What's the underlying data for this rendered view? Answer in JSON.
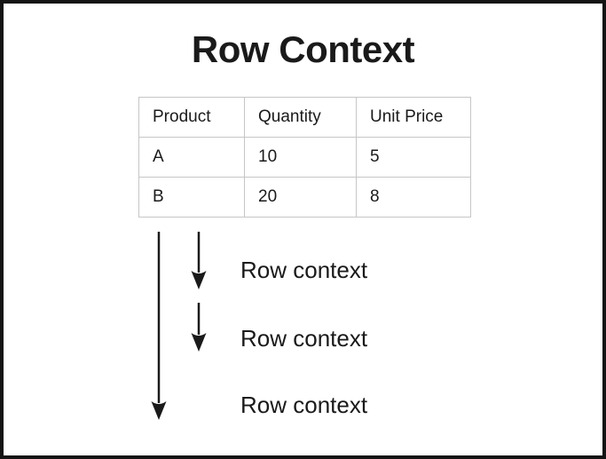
{
  "figure": {
    "title": "Row Context"
  },
  "table": {
    "headers": [
      "Product",
      "Quantity",
      "Unit Price"
    ],
    "rows": [
      [
        "A",
        "10",
        "5"
      ],
      [
        "B",
        "20",
        "8"
      ]
    ]
  },
  "annotations": {
    "labels": [
      "Row context",
      "Row context",
      "Row context"
    ]
  },
  "colors": {
    "frame_border": "#141414",
    "table_border": "#c6c6c6",
    "text": "#1a1a1a",
    "arrow": "#1a1a1a",
    "background": "#ffffff"
  }
}
